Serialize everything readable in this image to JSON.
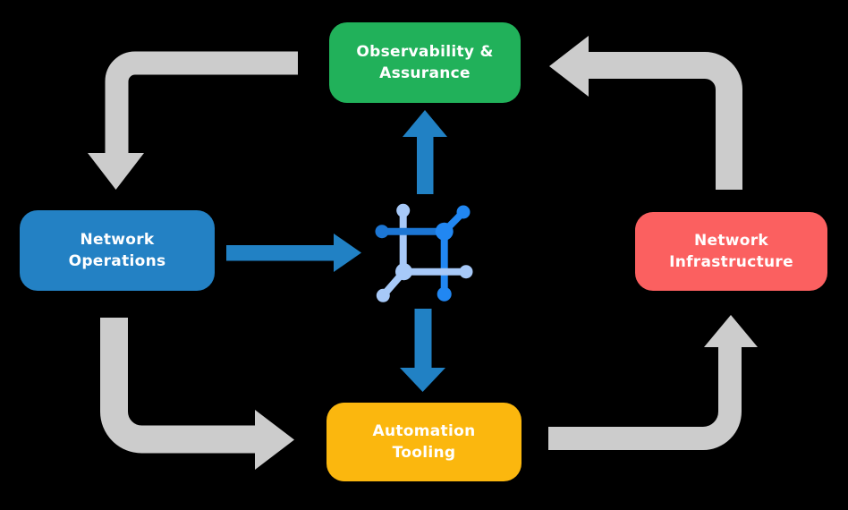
{
  "title": "Network automation cycle diagram",
  "colors": {
    "background": "#000000",
    "text": "#FFFFFF",
    "box_green": "#21B15A",
    "box_blue": "#2381C4",
    "box_red": "#FB6060",
    "box_yellow": "#FBB70E",
    "arrow_gray": "#CCCCCC",
    "arrow_blue": "#2181C4",
    "icon_blue_medium": "#1C76D4",
    "icon_blue_bright": "#2187F2",
    "icon_blue_light": "#A7C9F8"
  },
  "nodes": {
    "observability": {
      "line1": "Observability &",
      "line2": "Assurance"
    },
    "operations": {
      "line1": "Network",
      "line2": "Operations"
    },
    "infrastructure": {
      "line1": "Network",
      "line2": "Infrastructure"
    },
    "automation": {
      "line1": "Automation",
      "line2": "Tooling"
    }
  },
  "icon": {
    "name": "network-mesh-icon"
  },
  "arrows": {
    "gray": [
      {
        "from": "observability",
        "to": "operations"
      },
      {
        "from": "infrastructure",
        "to": "observability"
      },
      {
        "from": "operations",
        "to": "automation"
      },
      {
        "from": "automation",
        "to": "infrastructure"
      }
    ],
    "blue": [
      {
        "from": "operations",
        "to": "network-mesh-icon"
      },
      {
        "from": "network-mesh-icon",
        "to": "observability"
      },
      {
        "from": "network-mesh-icon",
        "to": "automation"
      }
    ]
  }
}
